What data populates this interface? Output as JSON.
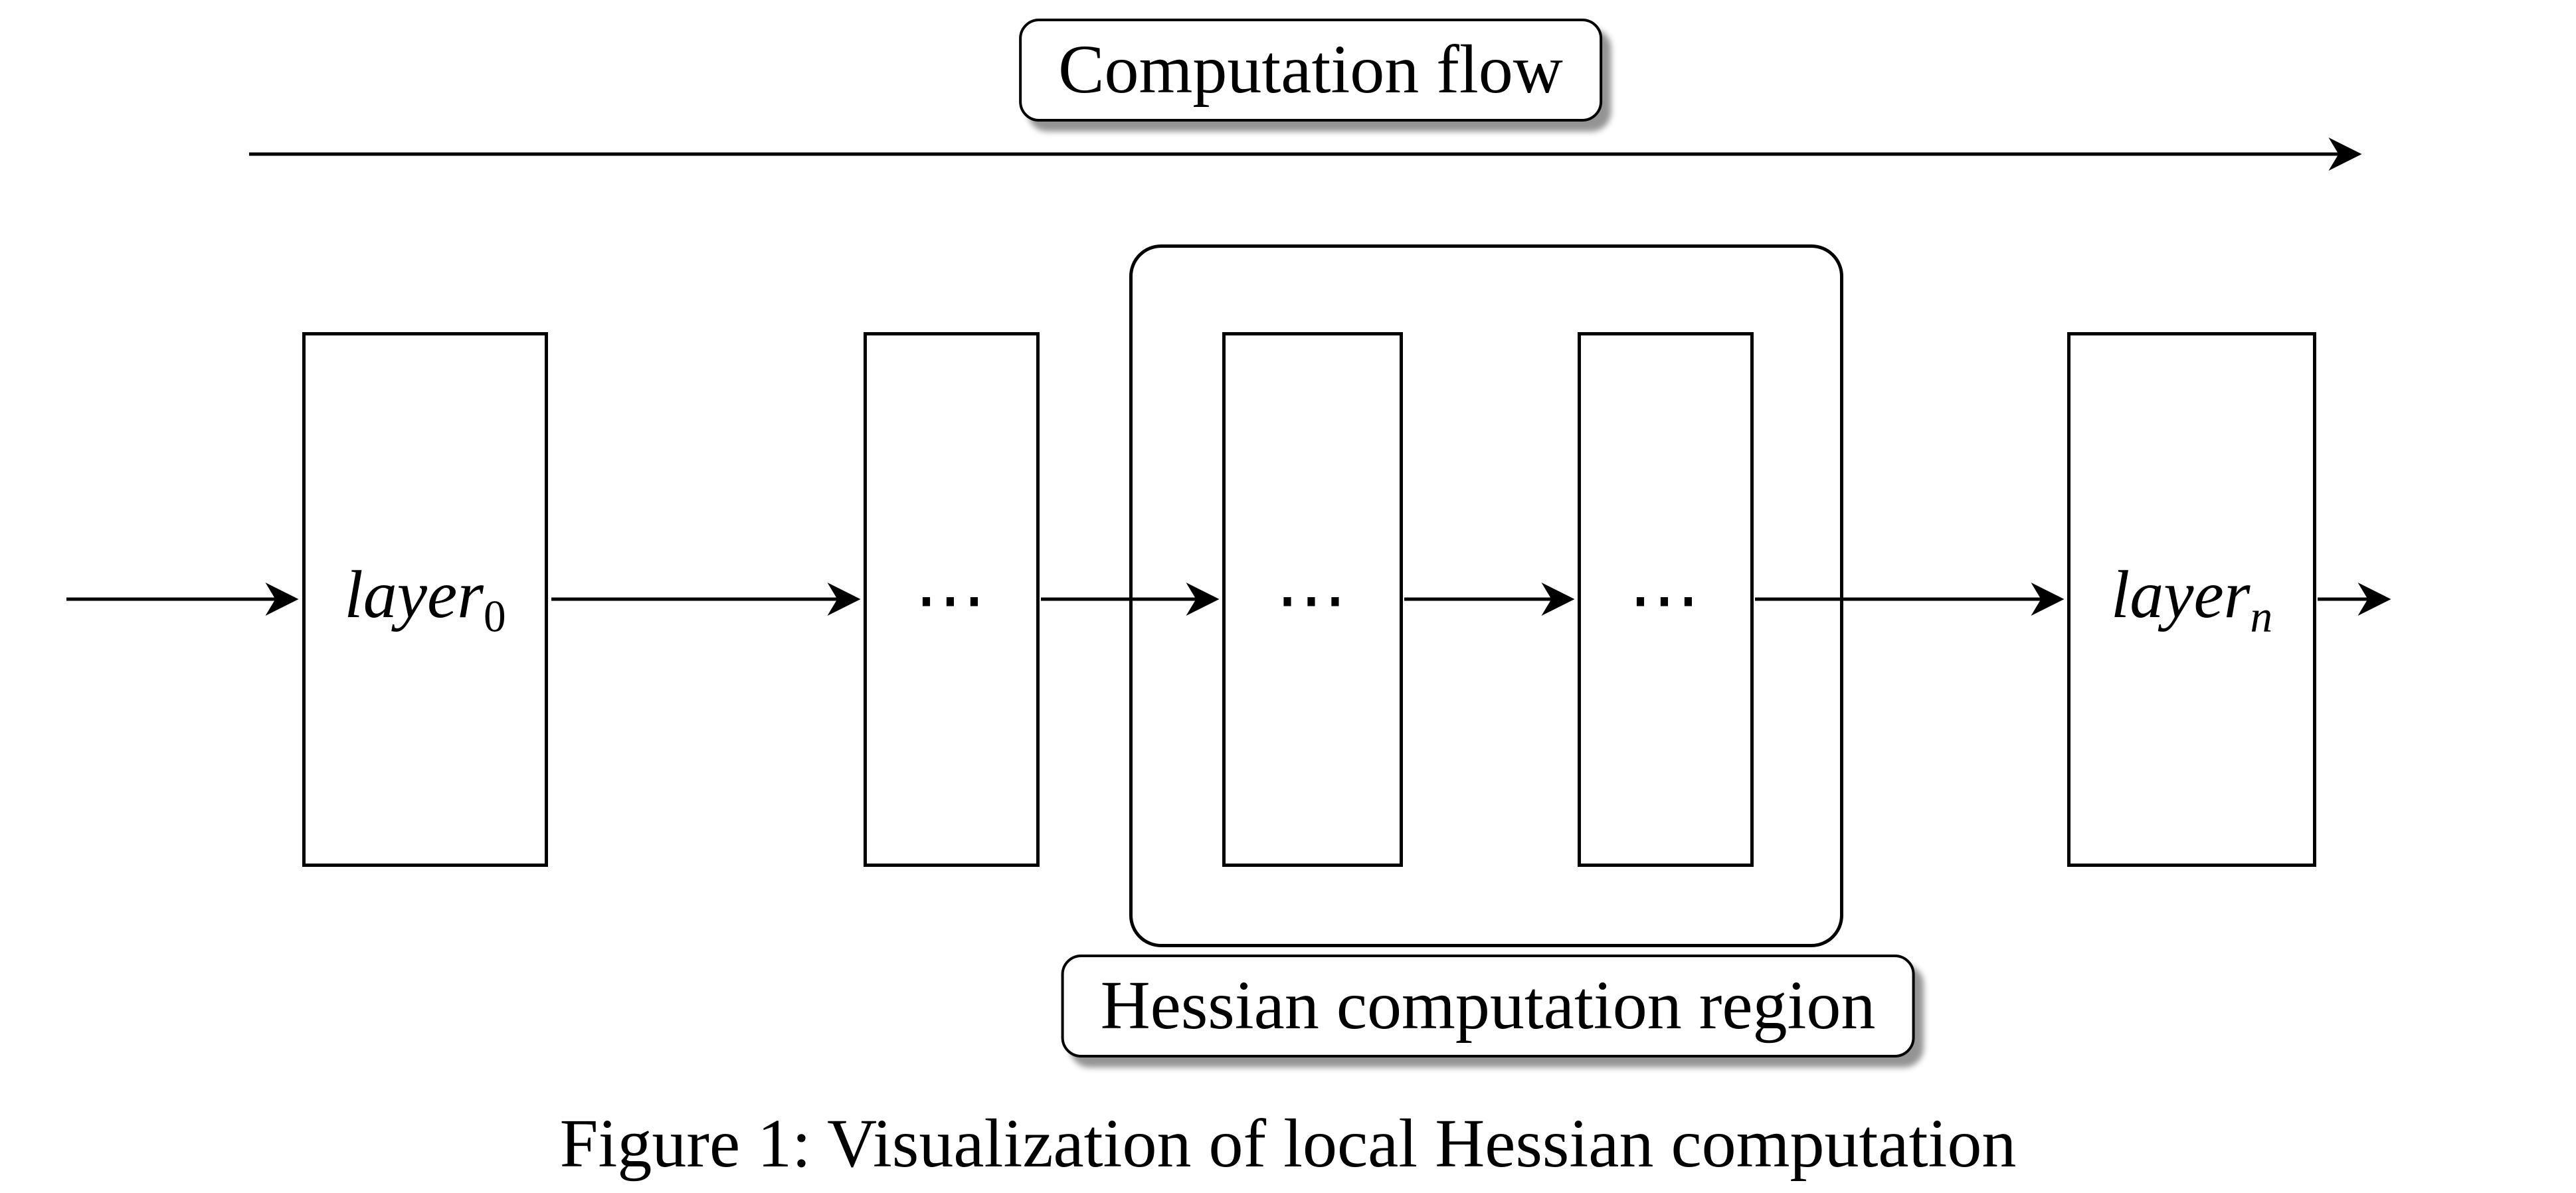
{
  "figure": {
    "flow_label": "Computation flow",
    "region_label": "Hessian computation region",
    "caption": "Figure 1: Visualization of local Hessian computation",
    "layers": [
      {
        "name": "layer",
        "sub": "0"
      },
      {
        "name": "⋯",
        "sub": ""
      },
      {
        "name": "⋯",
        "sub": ""
      },
      {
        "name": "⋯",
        "sub": ""
      },
      {
        "name": "layer",
        "sub": "n"
      }
    ],
    "colors": {
      "line": "#000000",
      "background": "#ffffff",
      "label_fill": "#ffffff",
      "shadow": "#9e9e9e"
    }
  }
}
